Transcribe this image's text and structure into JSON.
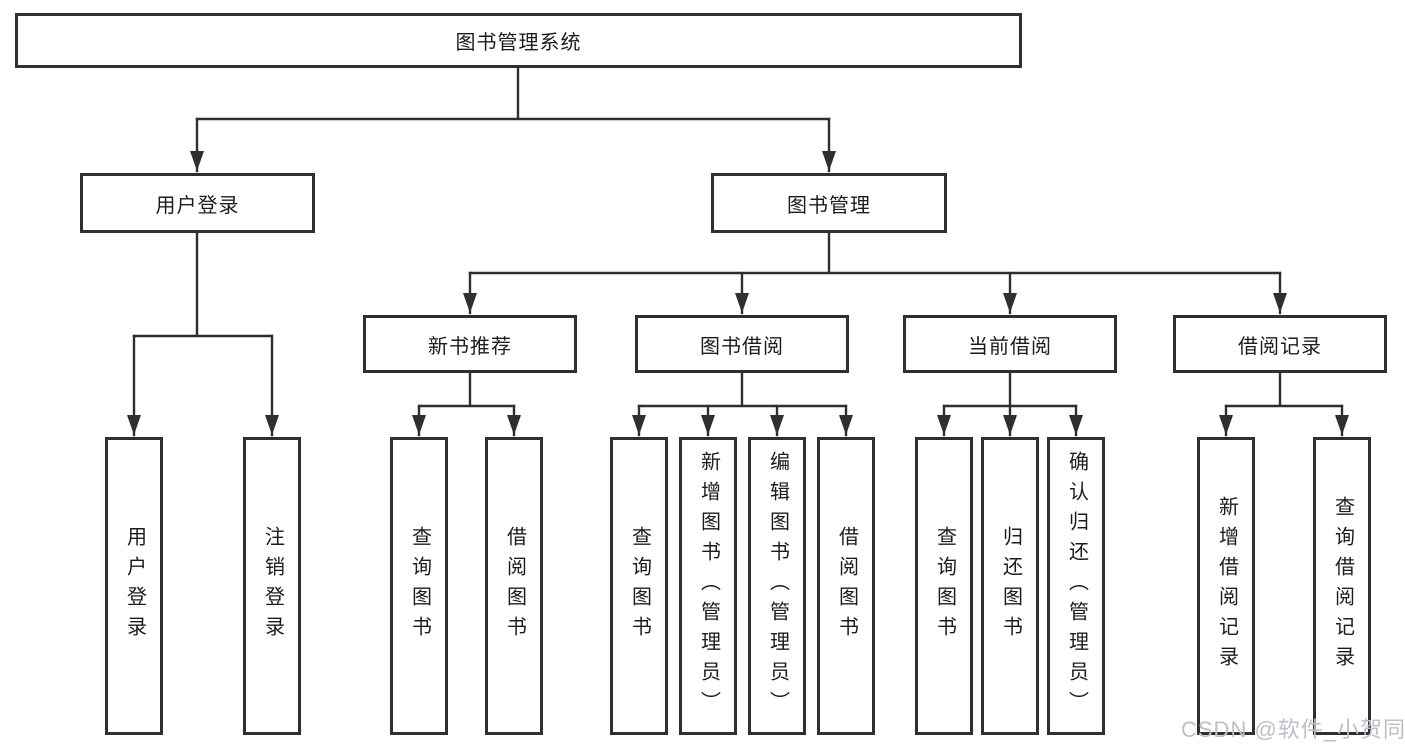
{
  "nodes": {
    "root": {
      "label": "图书管理系统"
    },
    "user_login": {
      "label": "用户登录"
    },
    "book_mgmt": {
      "label": "图书管理"
    },
    "new_book_rec": {
      "label": "新书推荐"
    },
    "book_borrow": {
      "label": "图书借阅"
    },
    "current_borrow": {
      "label": "当前借阅"
    },
    "borrow_records": {
      "label": "借阅记录"
    },
    "leaf_user_login": {
      "label": "用户登录"
    },
    "leaf_logout": {
      "label": "注销登录"
    },
    "leaf_query_book_1": {
      "label": "查询图书"
    },
    "leaf_borrow_book_1": {
      "label": "借阅图书"
    },
    "leaf_query_book_2": {
      "label": "查询图书"
    },
    "leaf_add_book": {
      "label": "新增图书（管理员）"
    },
    "leaf_edit_book": {
      "label": "编辑图书（管理员）"
    },
    "leaf_borrow_book_2": {
      "label": "借阅图书"
    },
    "leaf_query_book_3": {
      "label": "查询图书"
    },
    "leaf_return_book": {
      "label": "归还图书"
    },
    "leaf_confirm_return": {
      "label": "确认归还（管理员）"
    },
    "leaf_add_record": {
      "label": "新增借阅记录"
    },
    "leaf_query_record": {
      "label": "查询借阅记录"
    }
  },
  "watermark": {
    "text": "CSDN @软件_小贺同学"
  },
  "colors": {
    "line": "#2d2f31",
    "text": "#1c1c1c",
    "watermark": "#bcc0c6",
    "background": "#ffffff"
  }
}
